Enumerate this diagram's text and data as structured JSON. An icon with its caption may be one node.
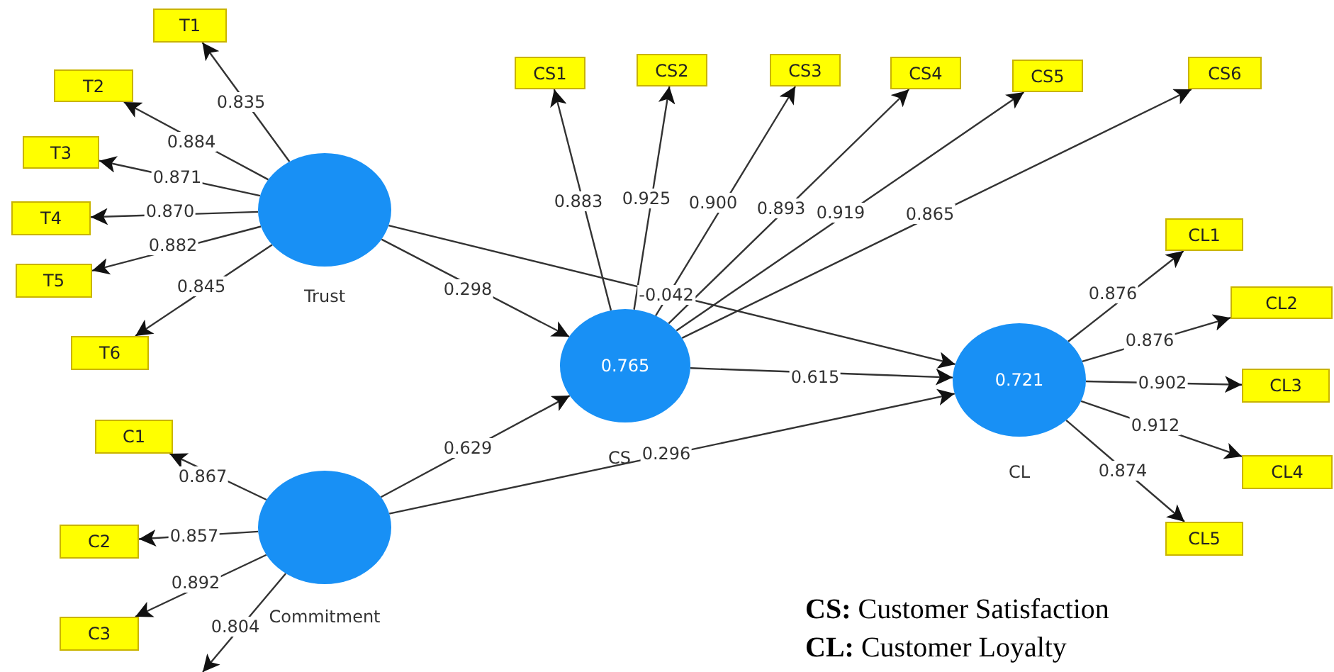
{
  "diagram": {
    "nodes": [
      {
        "text": [
          "T1"
        ]
      },
      {
        "text": [
          "T2"
        ]
      },
      {
        "text": [
          "T3"
        ]
      },
      {
        "text": [
          "T4"
        ]
      },
      {
        "text": [
          "T5"
        ]
      },
      {
        "text": [
          "T6"
        ]
      },
      {
        "text": [],
        "shape": "circle",
        "beside": [
          "Trust"
        ]
      },
      {
        "text": [
          "CS1"
        ]
      },
      {
        "text": [
          "CS2"
        ]
      },
      {
        "text": [
          "CS3"
        ]
      },
      {
        "text": [
          "CS4"
        ]
      },
      {
        "text": [
          "CS5"
        ]
      },
      {
        "text": [
          "CS6"
        ]
      },
      {
        "text": [
          "0.765"
        ],
        "beside": [
          "CS"
        ]
      },
      {
        "text": [
          "CL1"
        ]
      },
      {
        "text": [
          "CL2"
        ]
      },
      {
        "text": [
          "CL3"
        ]
      },
      {
        "text": [
          "CL4"
        ]
      },
      {
        "text": [
          "CL5"
        ]
      },
      {
        "text": [
          "0.721"
        ],
        "beside": [
          "CL"
        ]
      },
      {
        "text": [
          "C1"
        ]
      },
      {
        "text": [
          "C2"
        ]
      },
      {
        "text": [
          "C3"
        ]
      },
      {
        "text": [],
        "shape": "circle",
        "beside": [
          "Commitment"
        ]
      }
    ],
    "edges": [
      {
        "from": 6,
        "to": 0,
        "arrow": "to",
        "label": "0.835"
      },
      {
        "from": 6,
        "to": 1,
        "arrow": "to",
        "label": "0.884"
      },
      {
        "from": 6,
        "to": 2,
        "arrow": "to",
        "label": "0.871"
      },
      {
        "from": 6,
        "to": 3,
        "arrow": "to",
        "label": "0.870"
      },
      {
        "from": 6,
        "to": 4,
        "arrow": "to",
        "label": "0.882"
      },
      {
        "from": 6,
        "to": 5,
        "arrow": "to",
        "label": "0.845"
      },
      {
        "from": 13,
        "to": 7,
        "arrow": "to",
        "label": "0.883"
      },
      {
        "from": 13,
        "to": 8,
        "arrow": "to",
        "label": "0.925"
      },
      {
        "from": 13,
        "to": 9,
        "arrow": "to",
        "label": "0.900"
      },
      {
        "from": 13,
        "to": 10,
        "arrow": "to",
        "label": "0.893"
      },
      {
        "from": 13,
        "to": 11,
        "arrow": "to",
        "label": "0.919"
      },
      {
        "from": 13,
        "to": 12,
        "arrow": "to",
        "label": "0.865"
      },
      {
        "from": 19,
        "to": 14,
        "arrow": "to",
        "label": "0.876"
      },
      {
        "from": 19,
        "to": 15,
        "arrow": "to",
        "label": "0.876"
      },
      {
        "from": 19,
        "to": 16,
        "arrow": "to",
        "label": "0.902"
      },
      {
        "from": 19,
        "to": 17,
        "arrow": "to",
        "label": "0.912"
      },
      {
        "from": 19,
        "to": 18,
        "arrow": "to",
        "label": "0.874"
      },
      {
        "from": 23,
        "to": 20,
        "arrow": "to",
        "label": "0.867"
      },
      {
        "from": 23,
        "to": 21,
        "arrow": "to",
        "label": "0.857"
      },
      {
        "from": 23,
        "to": 22,
        "arrow": "to",
        "label": "0.892"
      },
      {
        "from": 23,
        "to": null,
        "arrow": "to",
        "label": "0.804"
      },
      {
        "from": 6,
        "to": 13,
        "arrow": "to",
        "label": "0.298"
      },
      {
        "from": 6,
        "to": 19,
        "arrow": "to",
        "label": "-0.042"
      },
      {
        "from": 13,
        "to": 19,
        "arrow": "to",
        "label": "0.615"
      },
      {
        "from": 23,
        "to": 13,
        "arrow": "to",
        "label": "0.629"
      },
      {
        "from": 23,
        "to": 19,
        "arrow": "to",
        "label": "0.296"
      }
    ],
    "labels": [
      "**CS:** Customer Satisfaction",
      "**CL:** Customer Loyalty"
    ]
  }
}
